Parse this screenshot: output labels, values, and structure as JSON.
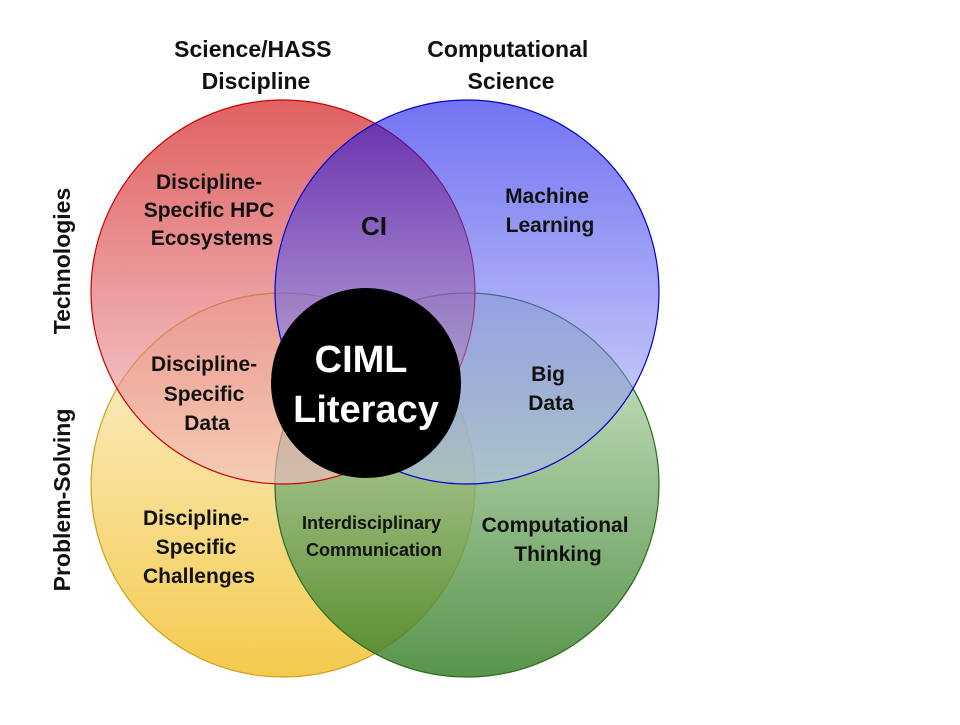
{
  "headers": {
    "top_left": [
      "Science/HASS",
      "Discipline"
    ],
    "top_right": [
      "Computational",
      "Science"
    ],
    "side_top": "Technologies",
    "side_bottom": "Problem-Solving"
  },
  "regions": {
    "red_only": [
      "Discipline-",
      "Specific HPC",
      "Ecosystems"
    ],
    "red_blue": [
      "CI"
    ],
    "blue_only": [
      "Machine",
      "Learning"
    ],
    "red_yellow": [
      "Discipline-",
      "Specific",
      "Data"
    ],
    "blue_green": [
      "Big",
      "Data"
    ],
    "yellow_only": [
      "Discipline-",
      "Specific",
      "Challenges"
    ],
    "yellow_green": [
      "Interdisciplinary",
      "Communication"
    ],
    "green_only": [
      "Computational",
      "Thinking"
    ]
  },
  "center": [
    "CIML",
    "Literacy"
  ],
  "colors": {
    "red": "#cc0000",
    "blue": "#0000ee",
    "yellow": "#f2c12e",
    "green": "#2d7a1e",
    "center": "#000000"
  }
}
